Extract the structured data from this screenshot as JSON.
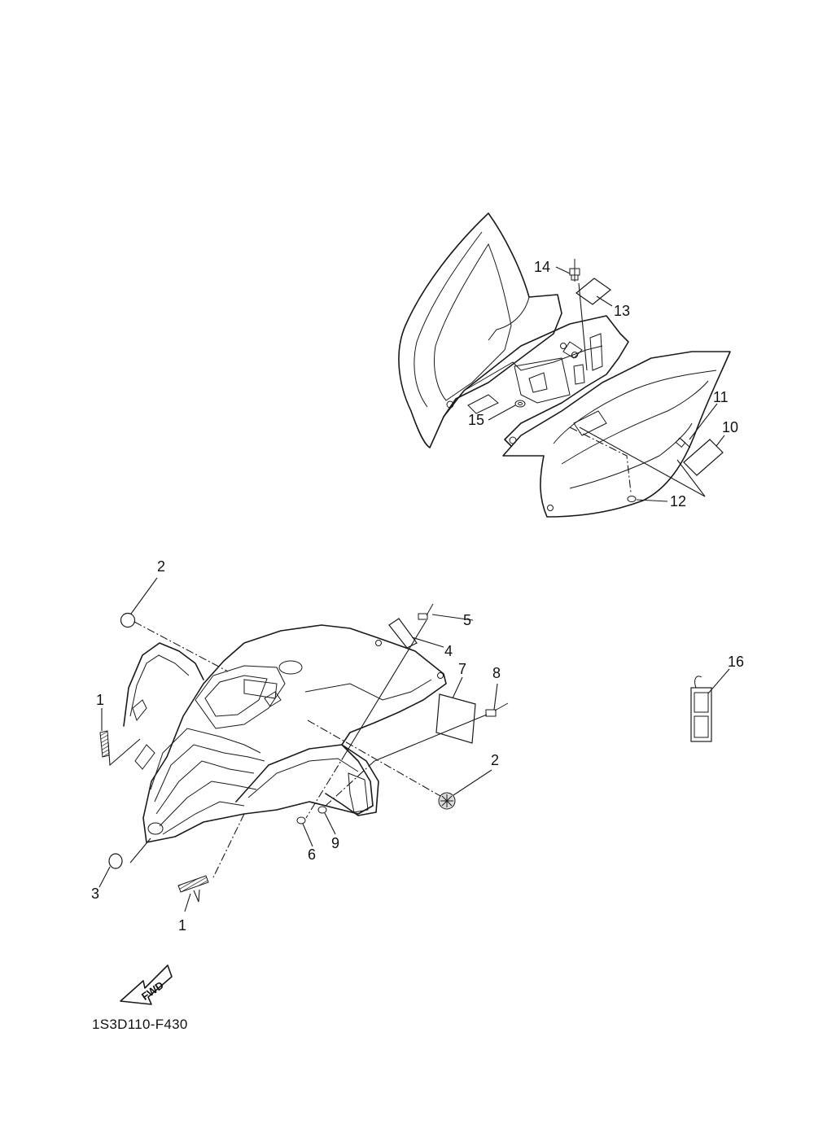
{
  "diagram_code": "1S3D110-F430",
  "fwd_label": "FWD",
  "callouts": {
    "c1a": "1",
    "c1b": "1",
    "c2a": "2",
    "c2b": "2",
    "c3": "3",
    "c4": "4",
    "c5": "5",
    "c6": "6",
    "c7": "7",
    "c8": "8",
    "c9": "9",
    "c10": "10",
    "c11": "11",
    "c12": "12",
    "c13": "13",
    "c14": "14",
    "c15": "15",
    "c16": "16"
  }
}
